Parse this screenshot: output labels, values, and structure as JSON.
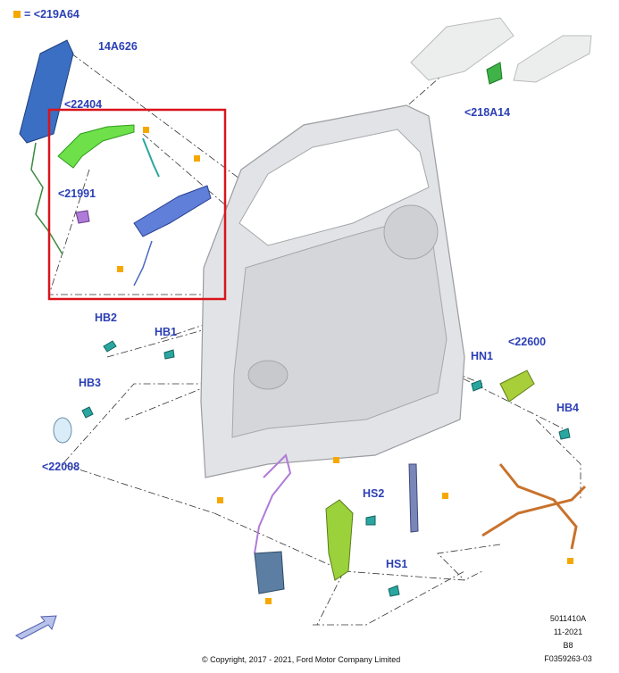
{
  "legend": {
    "symbol_color": "#f5a800",
    "text": "= <219A64"
  },
  "callouts": {
    "c14A626": "14A626",
    "c22404": "<22404",
    "c21991": "<21991",
    "c218A14": "<218A14",
    "HB2": "HB2",
    "HB1": "HB1",
    "HB3": "HB3",
    "c22008": "<22008",
    "HN1": "HN1",
    "c22600": "<22600",
    "HB4": "HB4",
    "HS2": "HS2",
    "HS1": "HS1"
  },
  "footer": {
    "code": "5011410A",
    "date": "11-2021",
    "rev": "B8",
    "figure": "F0359263-03",
    "copyright": "© Copyright, 2017 - 2021, Ford Motor Company Limited"
  },
  "colors": {
    "callout_text": "#2b3fb5",
    "highlight_box": "#d9141b",
    "marker": "#f5a800",
    "part_blue": "#3a6fc4",
    "part_green": "#6ee04a",
    "part_orange": "#c8722b",
    "part_olive": "#a8cf3a",
    "part_purple": "#b07ad8",
    "part_teal": "#2aa6a0"
  }
}
